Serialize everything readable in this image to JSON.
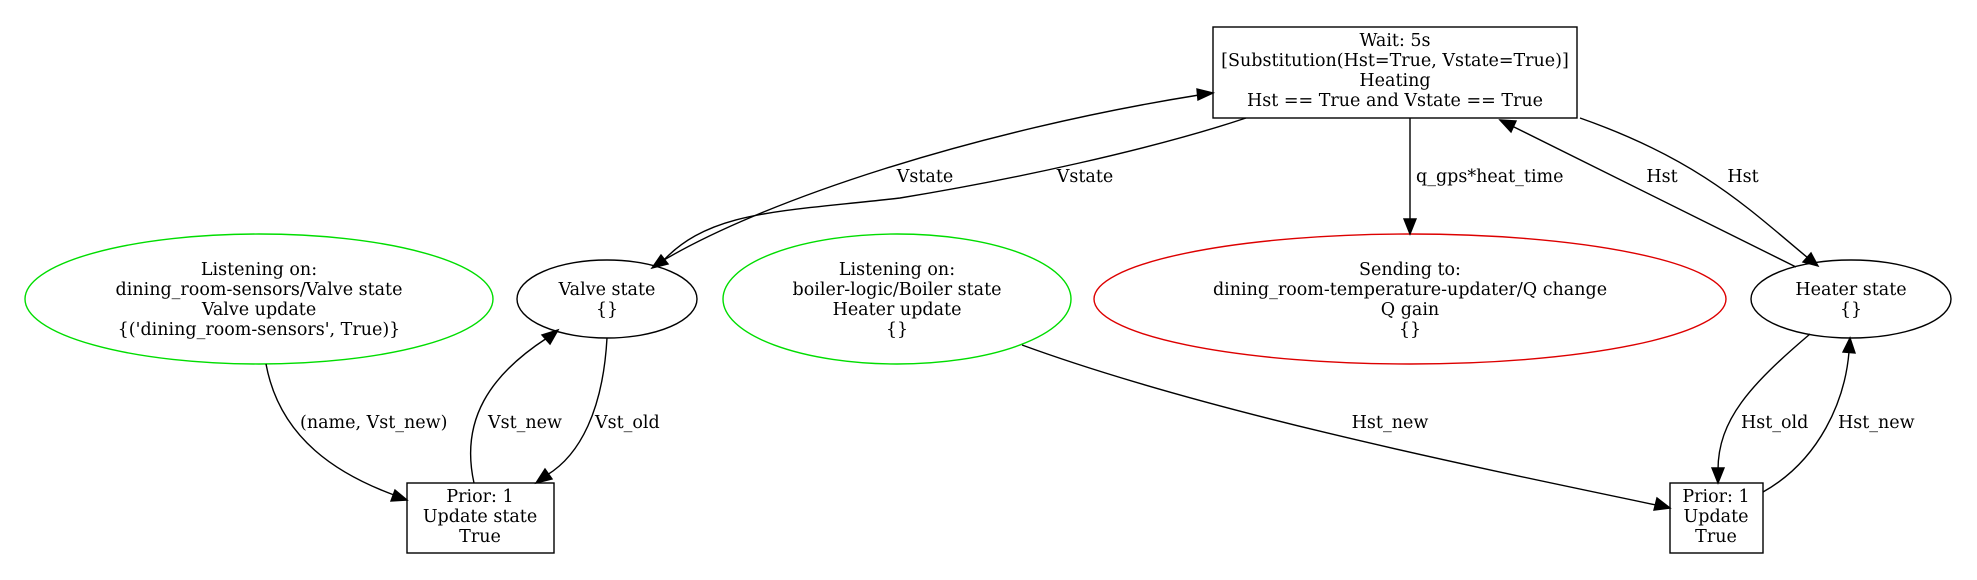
{
  "colors": {
    "listener": "#00dd00",
    "sender": "#dd0000",
    "default": "#000000"
  },
  "nodes": {
    "wait": {
      "lines": [
        "Wait: 5s",
        "[Substitution(Hst=True, Vstate=True)]",
        "Heating",
        "Hst == True and Vstate == True"
      ]
    },
    "listen_valve": {
      "lines": [
        "Listening on:",
        "dining_room-sensors/Valve state",
        "Valve update",
        "{('dining_room-sensors', True)}"
      ]
    },
    "valve_state": {
      "lines": [
        "Valve state",
        "{}"
      ]
    },
    "listen_boiler": {
      "lines": [
        "Listening on:",
        "boiler-logic/Boiler state",
        "Heater update",
        "{}"
      ]
    },
    "send_q": {
      "lines": [
        "Sending to:",
        "dining_room-temperature-updater/Q change",
        "Q gain",
        "{}"
      ]
    },
    "heater_state": {
      "lines": [
        "Heater state",
        "{}"
      ]
    },
    "prior_left": {
      "lines": [
        "Prior: 1",
        "Update state",
        "True"
      ]
    },
    "prior_right": {
      "lines": [
        "Prior: 1",
        "Update",
        "True"
      ]
    }
  },
  "edges": {
    "valve_to_wait": "Vstate",
    "wait_to_valve": "Vstate",
    "wait_to_send": "q_gps*heat_time",
    "heater_to_wait": "Hst",
    "wait_to_heater": "Hst",
    "listen_to_prior_left": "(name, Vst_new)",
    "prior_left_to_valve": "Vst_new",
    "valve_to_prior_left": "Vst_old",
    "boiler_to_prior_right": "Hst_new",
    "heater_to_prior_right": "Hst_old",
    "prior_right_to_heater": "Hst_new"
  }
}
